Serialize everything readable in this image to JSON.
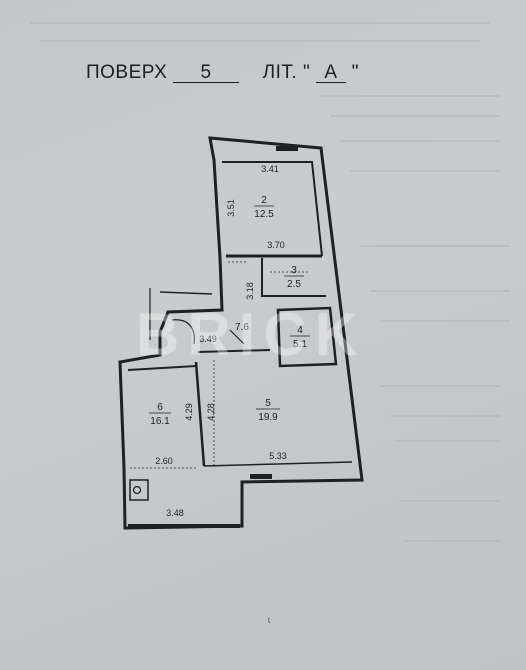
{
  "header": {
    "floor_label": "ПОВЕРХ",
    "floor_value": "5",
    "lit_label": "ЛІТ.",
    "lit_value": "А",
    "quote_open": "\"",
    "quote_close": "\""
  },
  "rooms": [
    {
      "number": "2",
      "area": "12.5"
    },
    {
      "number": "3",
      "area": "2.5"
    },
    {
      "number": "4",
      "area": "5.1"
    },
    {
      "number": "5",
      "area": "19.9"
    },
    {
      "number": "6",
      "area": "16.1"
    },
    {
      "number": "",
      "area": "7.6"
    }
  ],
  "dimensions": {
    "d_341": "3.41",
    "d_351": "3.51",
    "d_370": "3.70",
    "d_318": "3.18",
    "d_349": "3.49",
    "d_429": "4.29",
    "d_428": "4.28",
    "d_260": "2.60",
    "d_533": "5.33",
    "d_348": "3.48"
  },
  "watermark": "BRICK",
  "page_mark": "ɩ"
}
